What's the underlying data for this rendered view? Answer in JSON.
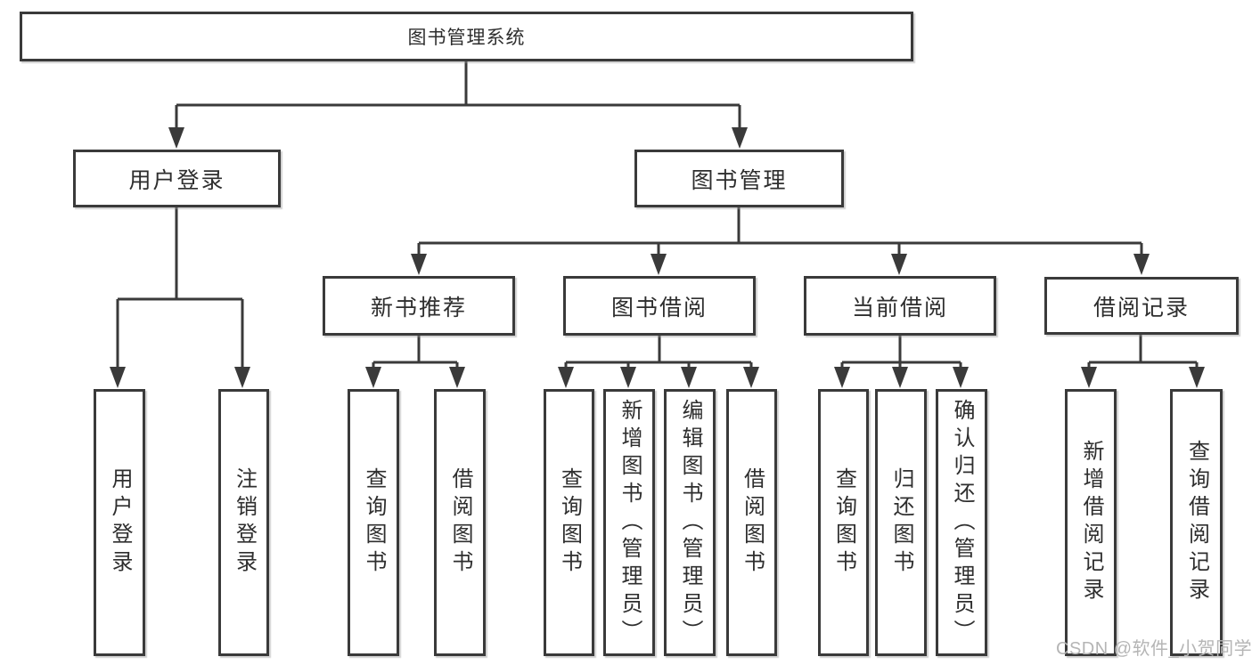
{
  "colors": {
    "line": "#3a3a3a",
    "text": "#2e2e2e",
    "bg": "#ffffff",
    "watermark": "#b5b5b5"
  },
  "watermark": {
    "text": "CSDN @软件_小贺同学"
  },
  "nodes": {
    "root": {
      "label": "图书管理系统"
    },
    "user_login": {
      "label": "用户登录"
    },
    "book_mgmt": {
      "label": "图书管理"
    },
    "new_book_rec": {
      "label": "新书推荐"
    },
    "book_borrow": {
      "label": "图书借阅"
    },
    "current_borrow": {
      "label": "当前借阅"
    },
    "borrow_records": {
      "label": "借阅记录"
    },
    "ul_user_login": {
      "label": "用户登录"
    },
    "ul_logout": {
      "label": "注销登录"
    },
    "nb_query_books": {
      "label": "查询图书"
    },
    "nb_borrow_books": {
      "label": "借阅图书"
    },
    "bb_query_books": {
      "label": "查询图书"
    },
    "bb_add_books": {
      "label": "新增图书（管理员）"
    },
    "bb_edit_books": {
      "label": "编辑图书（管理员）"
    },
    "bb_borrow_books": {
      "label": "借阅图书"
    },
    "cb_query_books": {
      "label": "查询图书"
    },
    "cb_return_books": {
      "label": "归还图书"
    },
    "cb_confirm_return": {
      "label": "确认归还（管理员）"
    },
    "br_add_record": {
      "label": "新增借阅记录"
    },
    "br_query_record": {
      "label": "查询借阅记录"
    }
  }
}
